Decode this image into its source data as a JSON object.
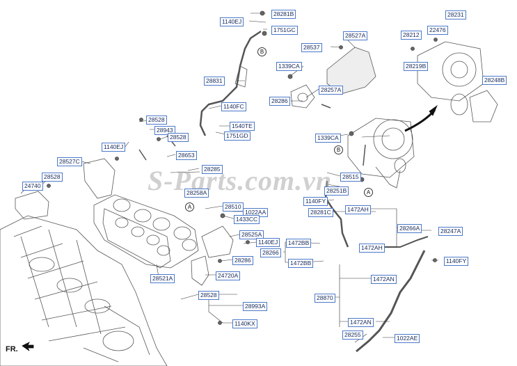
{
  "watermark": "S-Parts.com.vn",
  "orientation": "FR.",
  "refs": [
    "A",
    "B"
  ],
  "colors": {
    "label_border": "#4a78c8",
    "label_text": "#14285a",
    "line": "#333333",
    "part": "#555555"
  },
  "parts": [
    "1140EJ",
    "28281B",
    "1751GC",
    "28831",
    "1140FC",
    "1540TE",
    "1751GD",
    "28527A",
    "28537",
    "1339CA",
    "28257A",
    "28286",
    "28231",
    "28212",
    "22476",
    "28219B",
    "28248B",
    "28528",
    "28943",
    "28528",
    "1140EJ",
    "28653",
    "28527C",
    "28528",
    "24740",
    "28285",
    "28258A",
    "28510",
    "1022AA",
    "1433CC",
    "1339CA",
    "28515",
    "28251B",
    "1140FY",
    "28281C",
    "1472AH",
    "28266A",
    "28247A",
    "1472BB",
    "1472AH",
    "28266",
    "1472BB",
    "28525A",
    "1140EJ",
    "28286",
    "24720A",
    "28521A",
    "28528",
    "28993A",
    "1140KX",
    "1140FY",
    "1472AN",
    "28870",
    "1472AN",
    "28255",
    "1022AE"
  ]
}
